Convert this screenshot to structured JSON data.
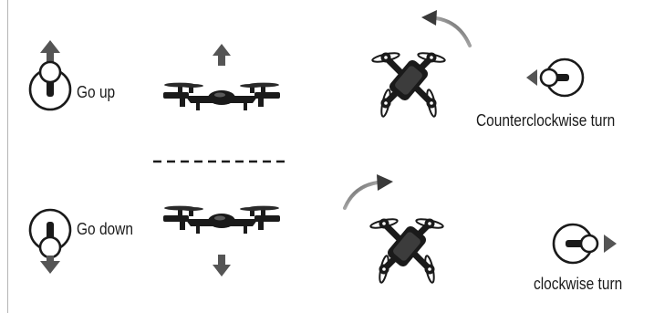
{
  "labels": {
    "go_up": "Go up",
    "go_down": "Go down",
    "counterclockwise_turn": "Counterclockwise turn",
    "clockwise_turn": "clockwise turn"
  },
  "colors": {
    "ink": "#1a1a1a",
    "arrow_gray": "#555555",
    "fade_gray": "#9a9a9a"
  },
  "icons": [
    "left-stick-up-icon",
    "left-stick-down-icon",
    "stick-left-icon",
    "stick-right-icon",
    "drone-side-icon",
    "drone-top-icon",
    "arrow-up-icon",
    "arrow-down-icon",
    "rotate-counterclockwise-arrow-icon",
    "rotate-clockwise-arrow-icon"
  ]
}
